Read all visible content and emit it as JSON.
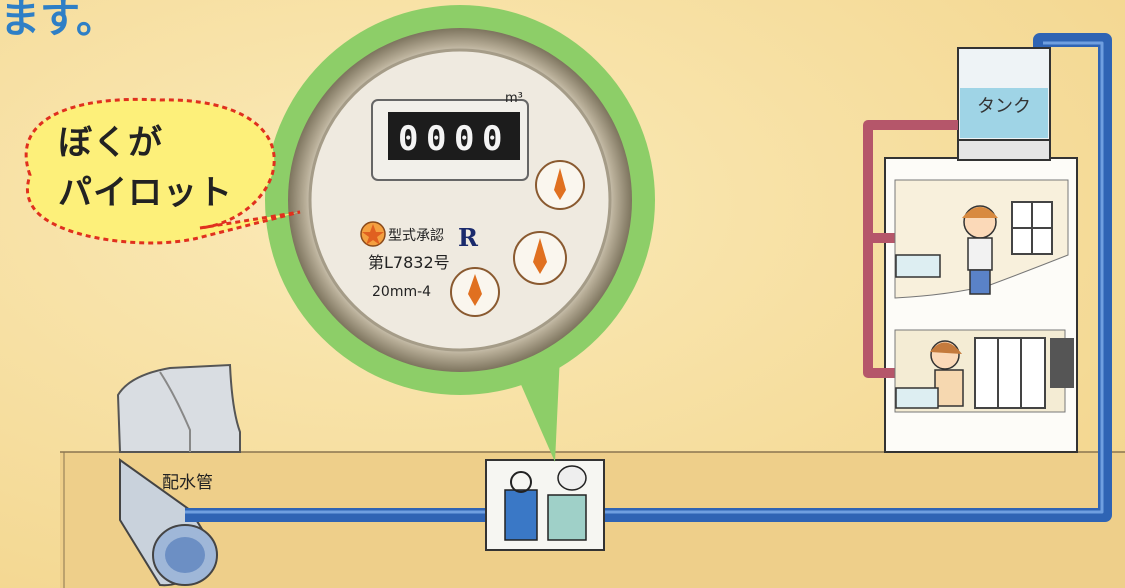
{
  "heading_fragment": "ます。",
  "speech_bubble": {
    "line1": "ぼくが",
    "line2": "パイロット"
  },
  "tank": {
    "label": "タンク"
  },
  "water_main": {
    "label": "配水管"
  },
  "meter": {
    "display_digits": [
      "0",
      "0",
      "0",
      "0"
    ],
    "unit": "m³",
    "plate_line1": "型式承認",
    "plate_line2": "第L7832号",
    "plate_line3": "20mm-4",
    "brand_mark": "R"
  },
  "colors": {
    "background": "#f6dc98",
    "ground": "#f0d590",
    "pipe_blue": "#2f64b4",
    "pipe_red": "#b5566a",
    "meter_ring": "#8dce68",
    "heading_blue": "#2e7fc6",
    "bubble_fill": "#fdf07a",
    "bubble_border": "#e0301e"
  }
}
